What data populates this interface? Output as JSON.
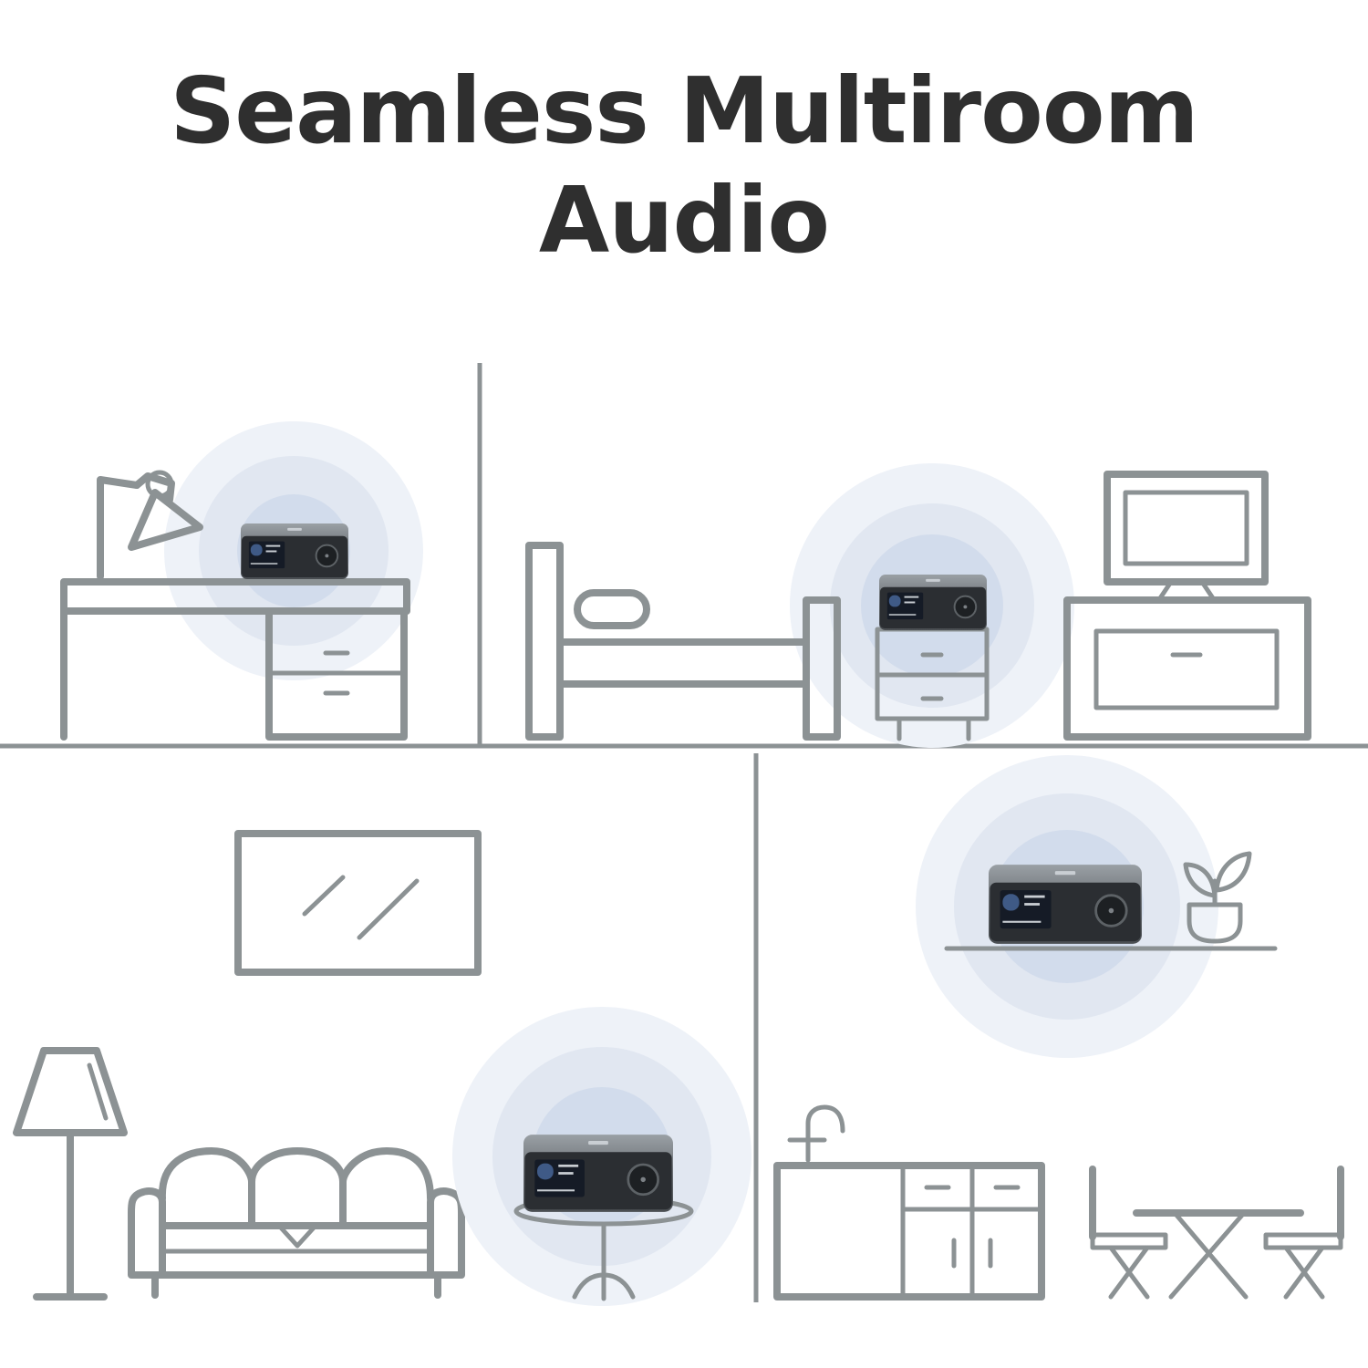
{
  "headline": {
    "line1": "Seamless Multiroom",
    "line2": "Audio"
  },
  "colors": {
    "text": "#2f2f2f",
    "line_art": "#8c9294",
    "glow": "#d2dcec",
    "background": "#ffffff"
  },
  "rooms": [
    "office",
    "bedroom",
    "living-room",
    "kitchen"
  ],
  "icons": [
    "desk-lamp-icon",
    "desk-icon",
    "bed-icon",
    "nightstand-icon",
    "tv-icon",
    "tv-stand-icon",
    "picture-frame-icon",
    "floor-lamp-icon",
    "sofa-icon",
    "side-table-icon",
    "wall-shelf-icon",
    "plant-icon",
    "kitchen-counter-icon",
    "faucet-icon",
    "dining-set-icon",
    "audio-streamer-icon"
  ]
}
